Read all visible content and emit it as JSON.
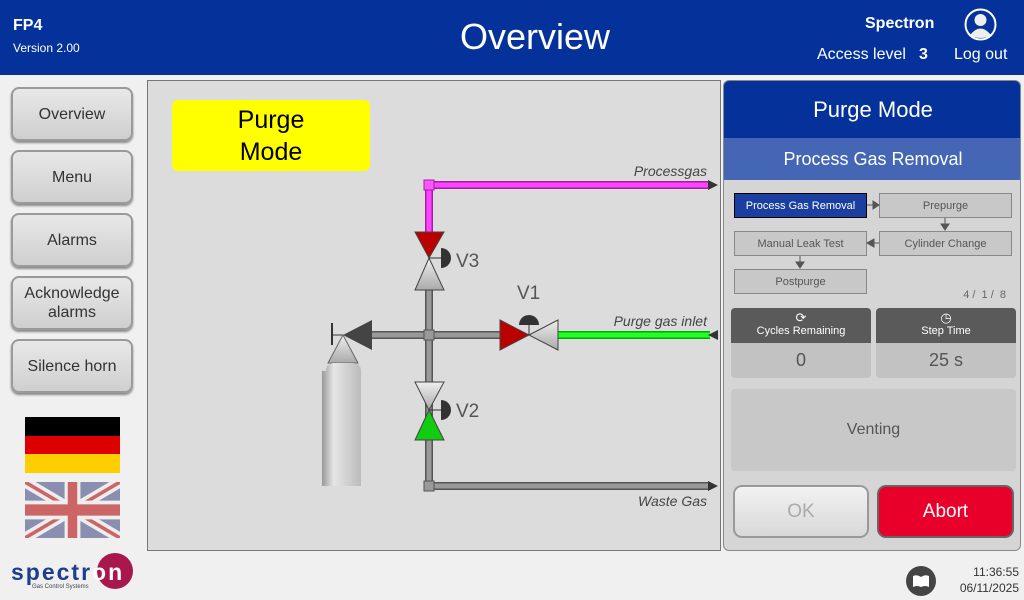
{
  "header": {
    "app": "FP4",
    "version": "Version 2.00",
    "title": "Overview",
    "user": "Spectron",
    "access_label": "Access level",
    "access_level": "3",
    "logout": "Log out"
  },
  "nav": [
    "Overview",
    "Menu",
    "Alarms",
    "Acknowledge alarms",
    "Silence horn"
  ],
  "diagram": {
    "mode_badge": "Purge Mode",
    "processgas": "Processgas",
    "purge_inlet": "Purge gas inlet",
    "waste": "Waste Gas",
    "v1": "V1",
    "v2": "V2",
    "v3": "V3"
  },
  "panel": {
    "title": "Purge Mode",
    "subtitle": "Process Gas Removal",
    "steps": [
      "Process Gas Removal",
      "Prepurge",
      "Cylinder Change",
      "Manual Leak Test",
      "Postpurge"
    ],
    "counter": "4 /  1 /  8",
    "cycles_label": "Cycles Remaining",
    "cycles": "0",
    "step_time_label": "Step Time",
    "step_time": "25 s",
    "status": "Venting",
    "ok": "OK",
    "abort": "Abort"
  },
  "footer": {
    "logo": "spectron",
    "logo_sub": "Gas Control Systems",
    "time": "11:36:55",
    "date": "06/11/2025"
  },
  "colors": {
    "header": "#04329a",
    "abort": "#e8002a",
    "badge": "#ffff00"
  }
}
